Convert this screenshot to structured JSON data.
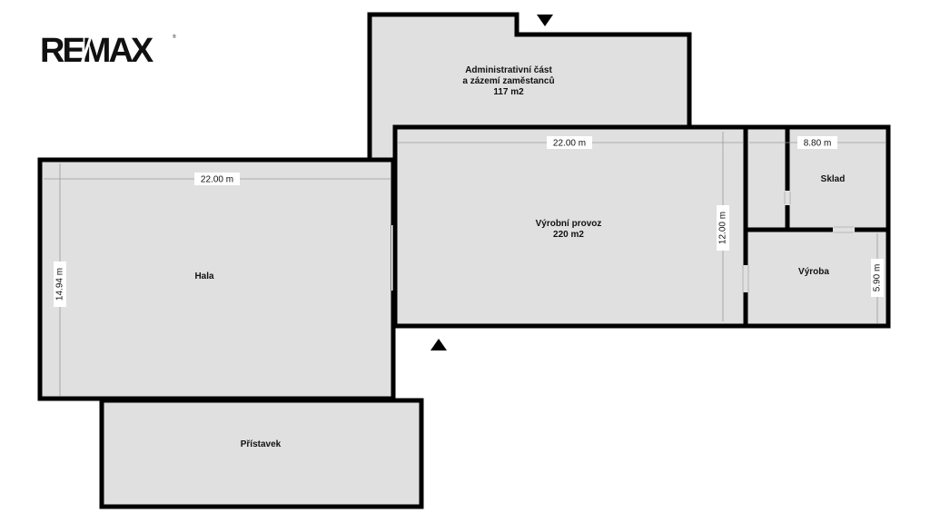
{
  "logo": {
    "text": "RE/MAX",
    "mark": "®"
  },
  "rooms": {
    "admin": {
      "line1": "Administrativní část",
      "line2": "a zázemí zaměstanců",
      "area": "117 m2"
    },
    "vyrobni": {
      "name": "Výrobní provoz",
      "area": "220 m2",
      "width": "22.00 m",
      "depth": "12.00 m"
    },
    "hala": {
      "name": "Hala",
      "width": "22.00 m",
      "depth": "14.94 m"
    },
    "sklad": {
      "name": "Sklad",
      "width": "8.80 m"
    },
    "vyroba": {
      "name": "Výroba",
      "depth": "5.90 m"
    },
    "pristavek": {
      "name": "Přístavek"
    }
  },
  "colors": {
    "room_fill": "#e0e0e0",
    "wall": "#000000"
  }
}
